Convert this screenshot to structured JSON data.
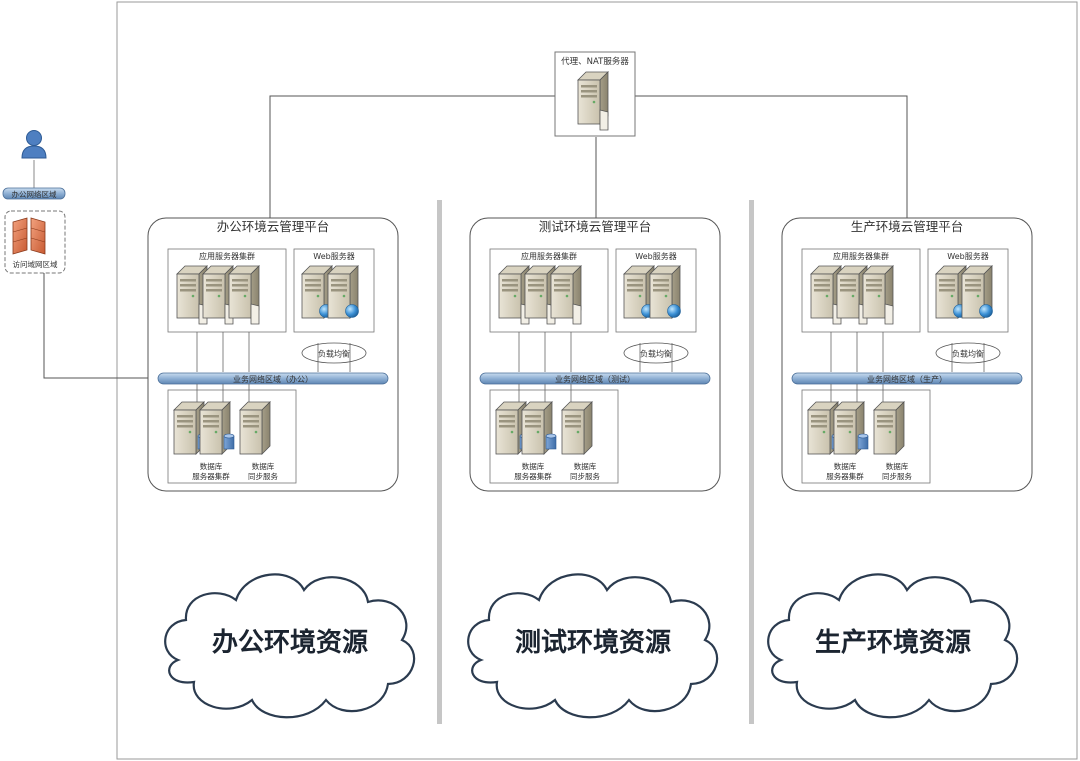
{
  "proxy": {
    "label": "代理、NAT服务器"
  },
  "left": {
    "user_label": "办公网络区域",
    "firewall_label": "访问域网区域"
  },
  "platforms": [
    {
      "title": "办公环境云管理平台",
      "app_cluster": "应用服务器集群",
      "web_cluster": "Web服务器",
      "lb": "负载均衡",
      "bus": "业务网络区域（办公）",
      "db_main": [
        "数据库",
        "服务器集群"
      ],
      "db_sync": [
        "数据库",
        "同步服务"
      ]
    },
    {
      "title": "测试环境云管理平台",
      "app_cluster": "应用服务器集群",
      "web_cluster": "Web服务器",
      "lb": "负载均衡",
      "bus": "业务网络区域（测试）",
      "db_main": [
        "数据库",
        "服务器集群"
      ],
      "db_sync": [
        "数据库",
        "同步服务"
      ]
    },
    {
      "title": "生产环境云管理平台",
      "app_cluster": "应用服务器集群",
      "web_cluster": "Web服务器",
      "lb": "负载均衡",
      "bus": "业务网络区域（生产）",
      "db_main": [
        "数据库",
        "服务器集群"
      ],
      "db_sync": [
        "数据库",
        "同步服务"
      ]
    }
  ],
  "clouds": [
    "办公环境资源",
    "测试环境资源",
    "生产环境资源"
  ]
}
